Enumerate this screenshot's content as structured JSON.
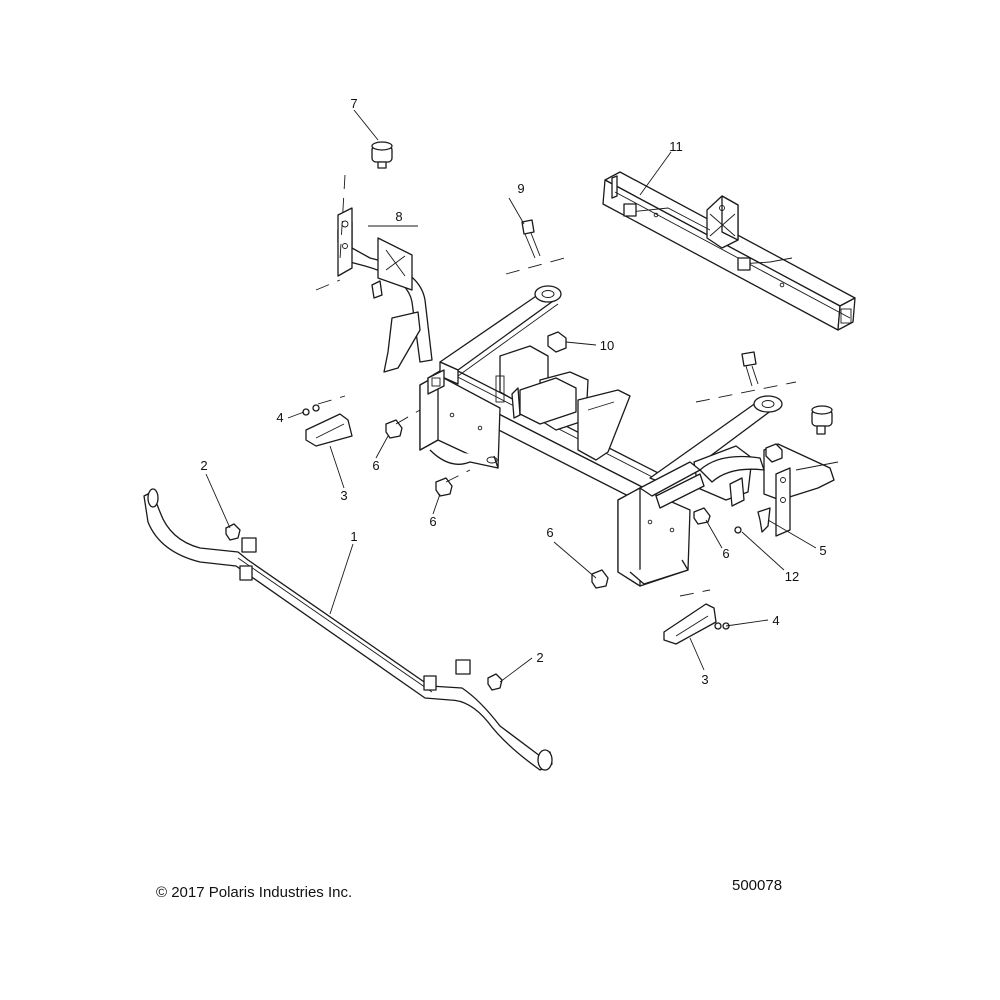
{
  "footer": {
    "copyright": "© 2017 Polaris Industries Inc.",
    "figure_id": "500078"
  },
  "callouts": {
    "c1": "1",
    "c2a": "2",
    "c2b": "2",
    "c3a": "3",
    "c3b": "3",
    "c4a": "4",
    "c4b": "4",
    "c5": "5",
    "c6a": "6",
    "c6b": "6",
    "c6c": "6",
    "c6d": "6",
    "c7": "7",
    "c8": "8",
    "c9": "9",
    "c10": "10",
    "c11": "11",
    "c12": "12"
  }
}
